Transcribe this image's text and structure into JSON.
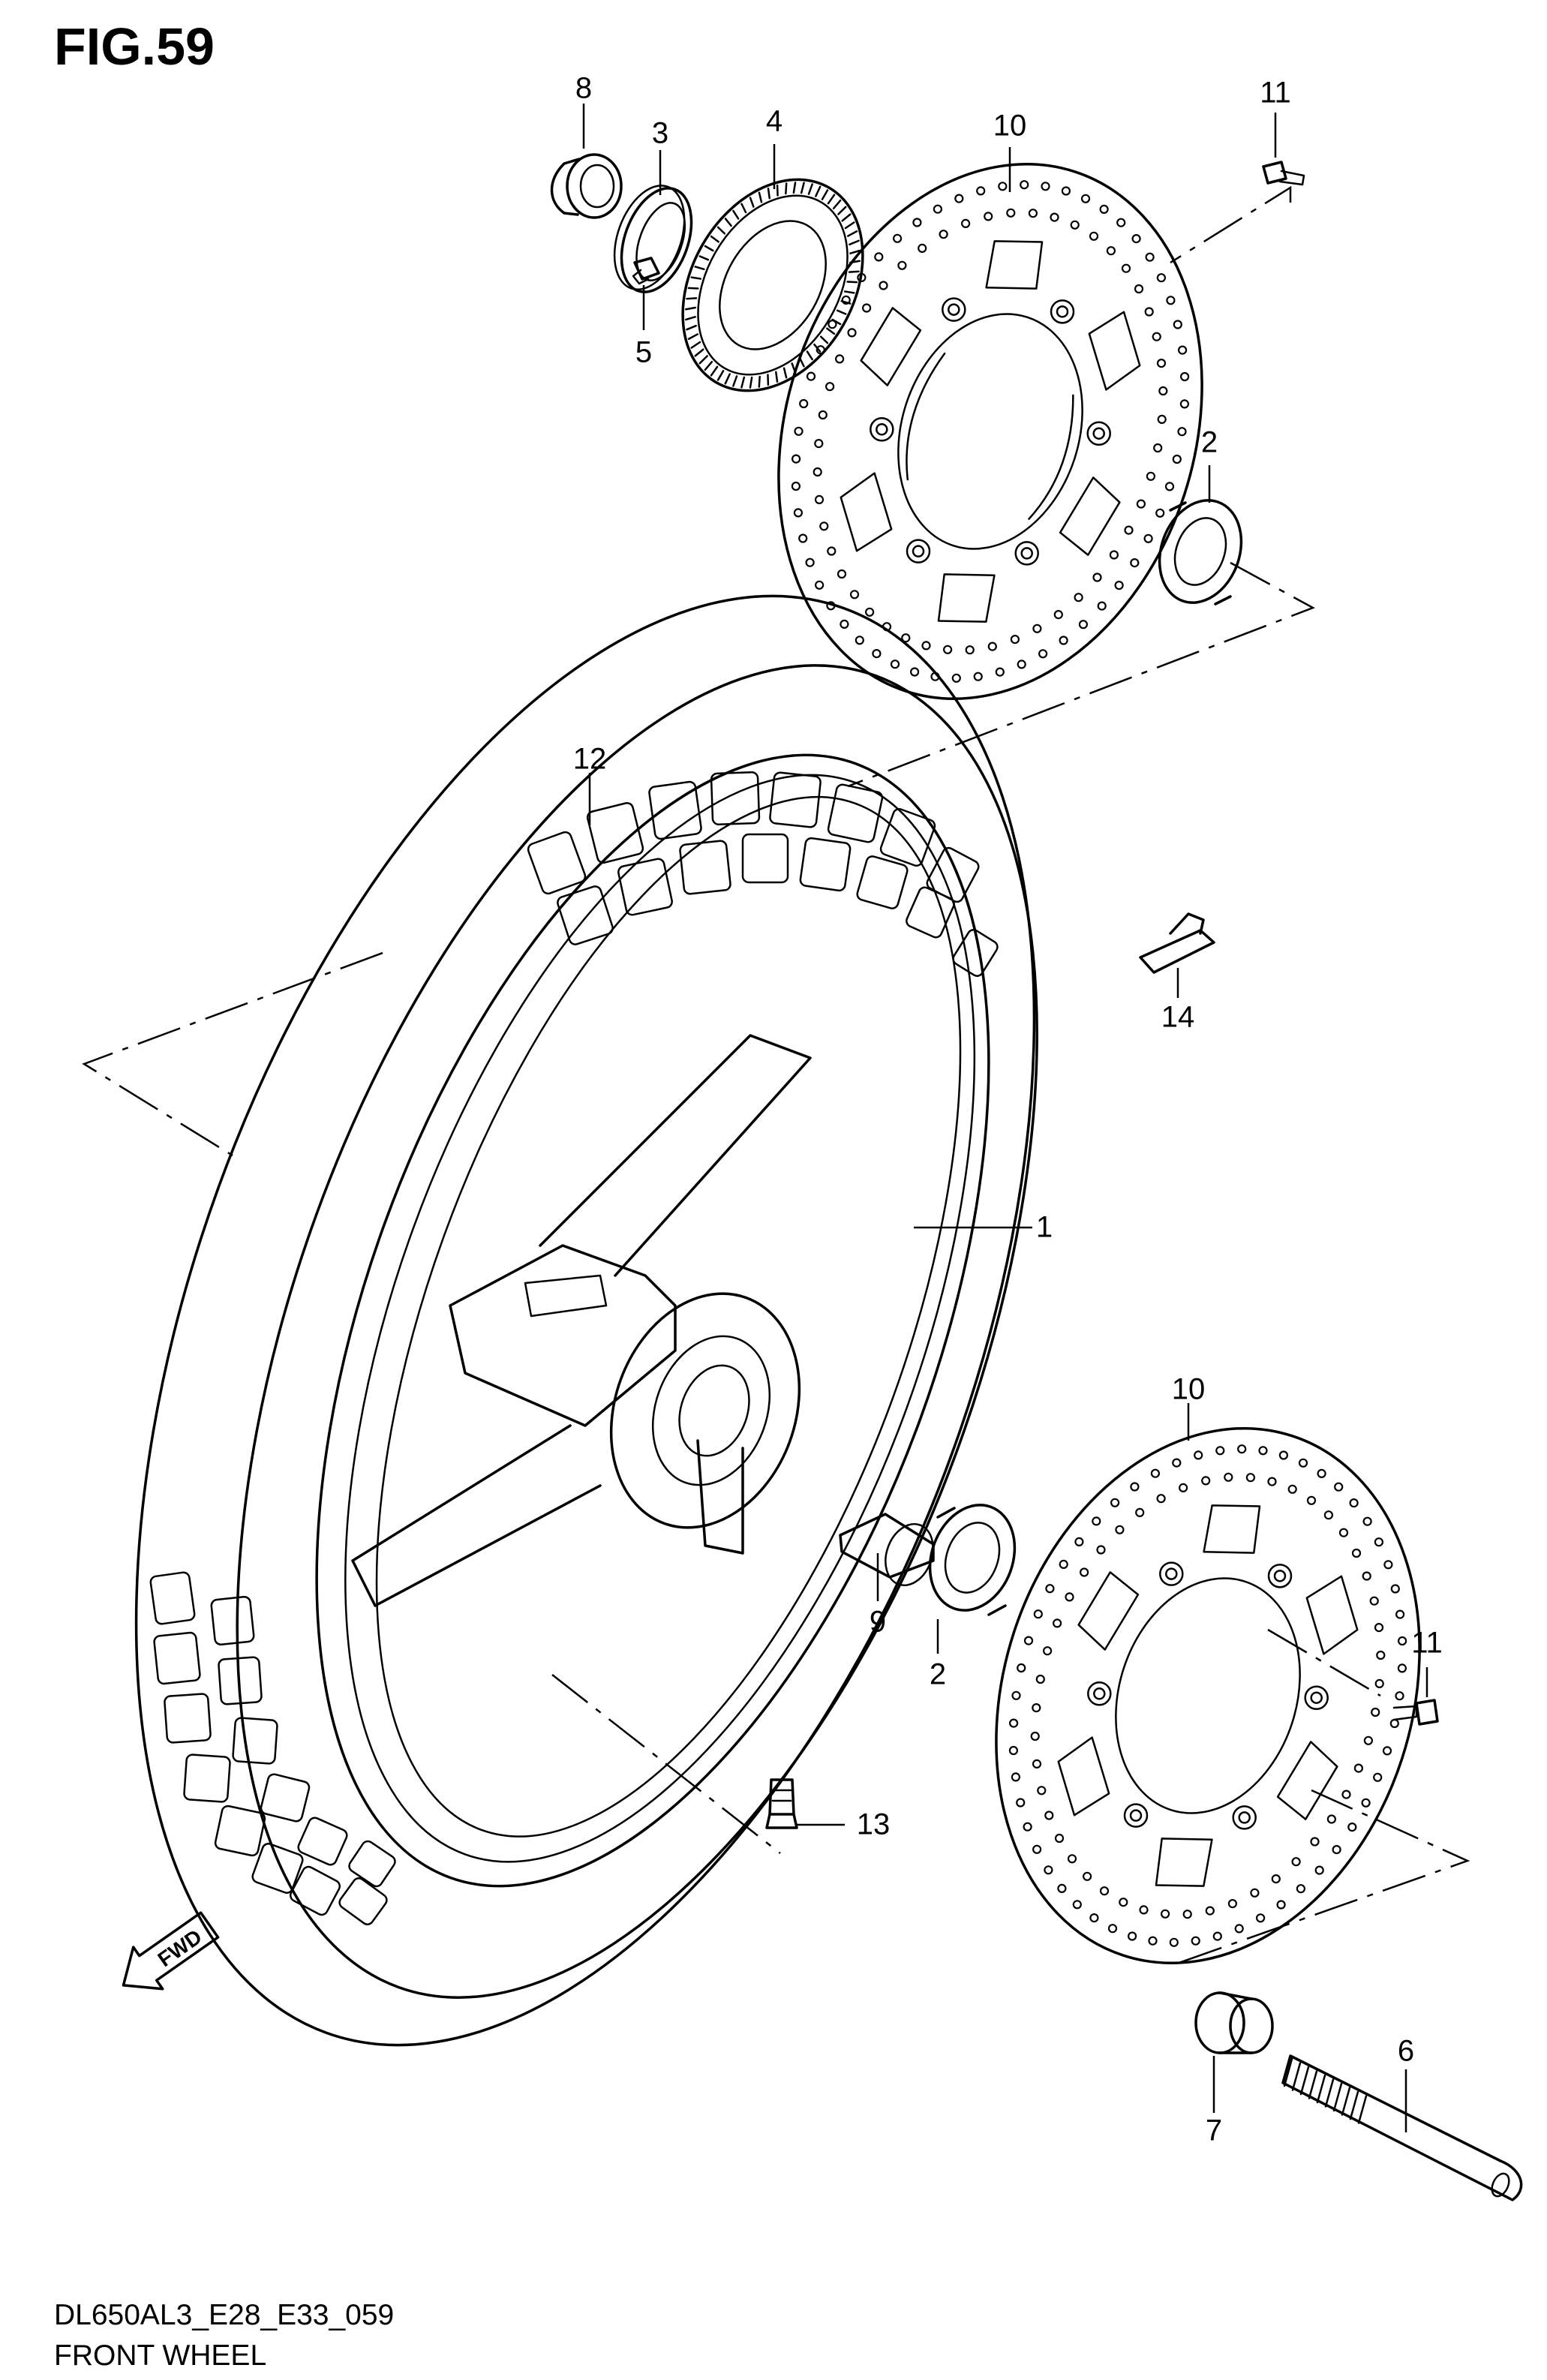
{
  "figure": {
    "title": "FIG.59"
  },
  "footer": {
    "code": "DL650AL3_E28_E33_059",
    "caption": "FRONT WHEEL"
  },
  "callouts": {
    "c8": "8",
    "c3": "3",
    "c4": "4",
    "c10_top": "10",
    "c11_top": "11",
    "c5": "5",
    "c2_top": "2",
    "c12": "12",
    "c14": "14",
    "c1": "1",
    "c10_bottom": "10",
    "c9": "9",
    "c2_bottom": "2",
    "c11_bottom": "11",
    "c13": "13",
    "c6": "6",
    "c7": "7"
  },
  "fwd_arrow": {
    "label": "FWD"
  },
  "parts": [
    {
      "ref": "1",
      "name": "wheel rim"
    },
    {
      "ref": "2",
      "name": "bearing"
    },
    {
      "ref": "3",
      "name": "oil seal"
    },
    {
      "ref": "4",
      "name": "sensor ring"
    },
    {
      "ref": "5",
      "name": "screw"
    },
    {
      "ref": "6",
      "name": "axle"
    },
    {
      "ref": "7",
      "name": "spacer"
    },
    {
      "ref": "8",
      "name": "spacer"
    },
    {
      "ref": "9",
      "name": "spacer"
    },
    {
      "ref": "10",
      "name": "brake disc"
    },
    {
      "ref": "11",
      "name": "bolt"
    },
    {
      "ref": "12",
      "name": "tire"
    },
    {
      "ref": "13",
      "name": "valve"
    },
    {
      "ref": "14",
      "name": "balancer"
    }
  ]
}
